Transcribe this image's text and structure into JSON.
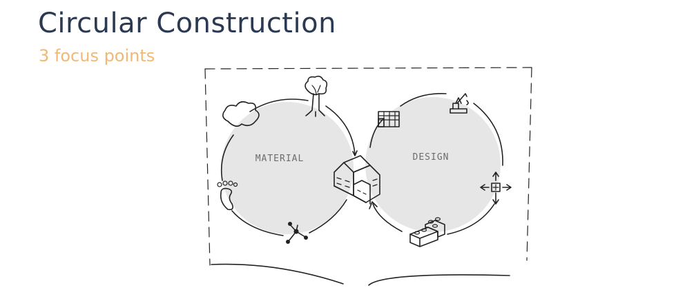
{
  "slide": {
    "title": "Circular Construction",
    "subtitle": "3 focus points"
  },
  "diagram": {
    "circles": [
      {
        "label": "MATERIAL"
      },
      {
        "label": "DESIGN"
      }
    ],
    "icons": [
      "cloud-icon",
      "tree-icon",
      "footprint-icon",
      "molecule-icon",
      "building-icon",
      "building-facade-icon",
      "crane-icon",
      "expand-arrows-icon",
      "lego-bricks-icon"
    ],
    "colors": {
      "title": "#2b3a52",
      "subtitle": "#f2b873",
      "circle_fill": "#e6e6e6",
      "ink": "#222222"
    }
  }
}
